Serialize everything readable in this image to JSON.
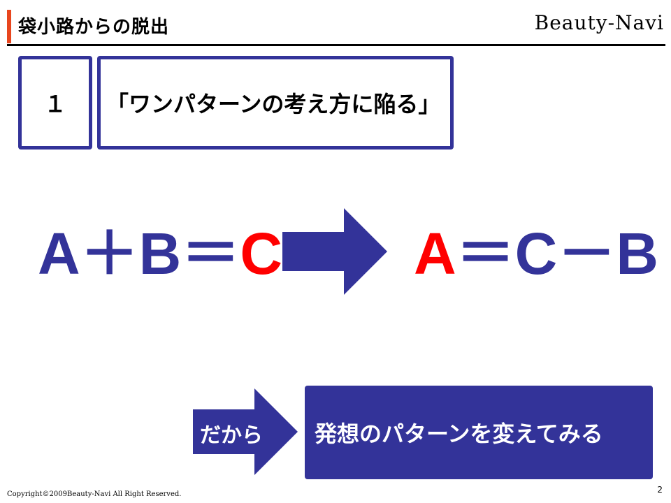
{
  "header": {
    "title": "袋小路からの脱出",
    "logo": "Beauty-Navi"
  },
  "section": {
    "number": "１",
    "heading": "「ワンパターンの考え方に陥る」"
  },
  "equation_left": {
    "part1": "A＋B＝",
    "part2": "C"
  },
  "equation_right": {
    "part1": "A",
    "part2": "＝C－B"
  },
  "conclusion": {
    "arrow_label": "だから",
    "text": "発想のパターンを変えてみる"
  },
  "footer": {
    "copyright": "Copyright©2009Beauty-Navi All Right Reserved.",
    "page_number": "2"
  },
  "colors": {
    "accent_blue": "#333399",
    "accent_red": "#ff0000",
    "title_bar": "#e8461e"
  }
}
